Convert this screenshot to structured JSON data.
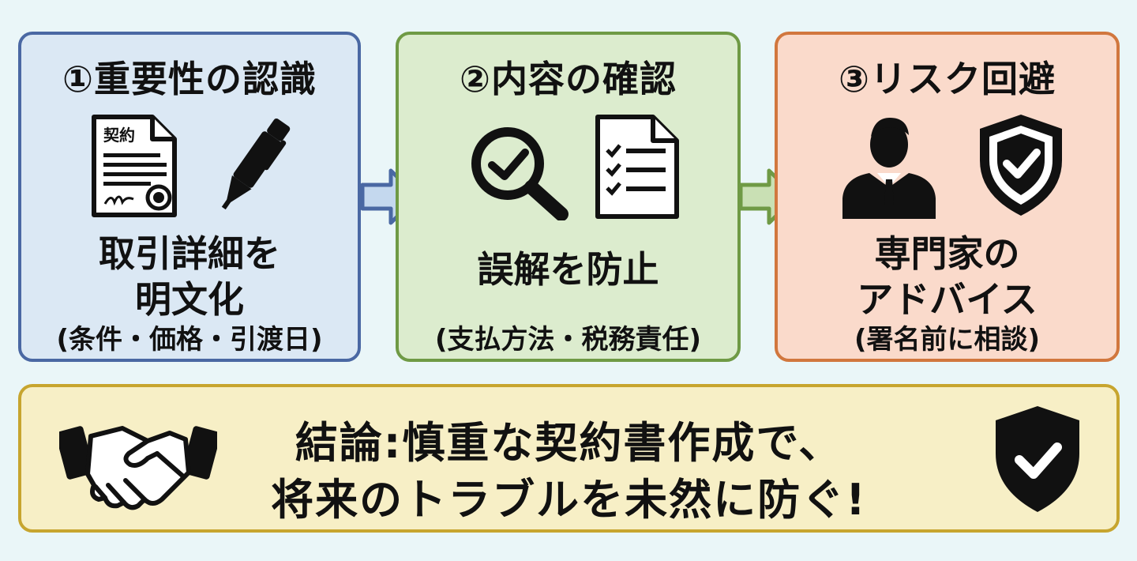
{
  "steps": [
    {
      "title": "①重要性の認識",
      "main_line1": "取引詳細を",
      "main_line2": "明文化",
      "sub": "(条件・価格・引渡日)",
      "doc_label": "契約",
      "colors": {
        "border": "#4a68a3",
        "fill": "#dbe8f4"
      }
    },
    {
      "title": "②内容の確認",
      "main_line1": "誤解を防止",
      "sub": "(支払方法・税務責任)",
      "colors": {
        "border": "#6f9a45",
        "fill": "#dcecce"
      }
    },
    {
      "title": "③リスク回避",
      "main_line1": "専門家の",
      "main_line2": "アドバイス",
      "sub": "(署名前に相談)",
      "colors": {
        "border": "#d1773e",
        "fill": "#fadacb"
      }
    }
  ],
  "conclusion": {
    "line1": "結論:慎重な契約書作成で、",
    "line2": "将来のトラブルを未然に防ぐ!",
    "colors": {
      "border": "#c7a52f",
      "fill": "#f7efc6"
    }
  },
  "icons": {
    "step1": [
      "contract-document-icon",
      "pen-icon"
    ],
    "step2": [
      "magnifier-check-icon",
      "checklist-icon"
    ],
    "step3": [
      "businessman-icon",
      "shield-check-icon"
    ],
    "conclusion": [
      "handshake-icon",
      "shield-check-icon"
    ]
  }
}
